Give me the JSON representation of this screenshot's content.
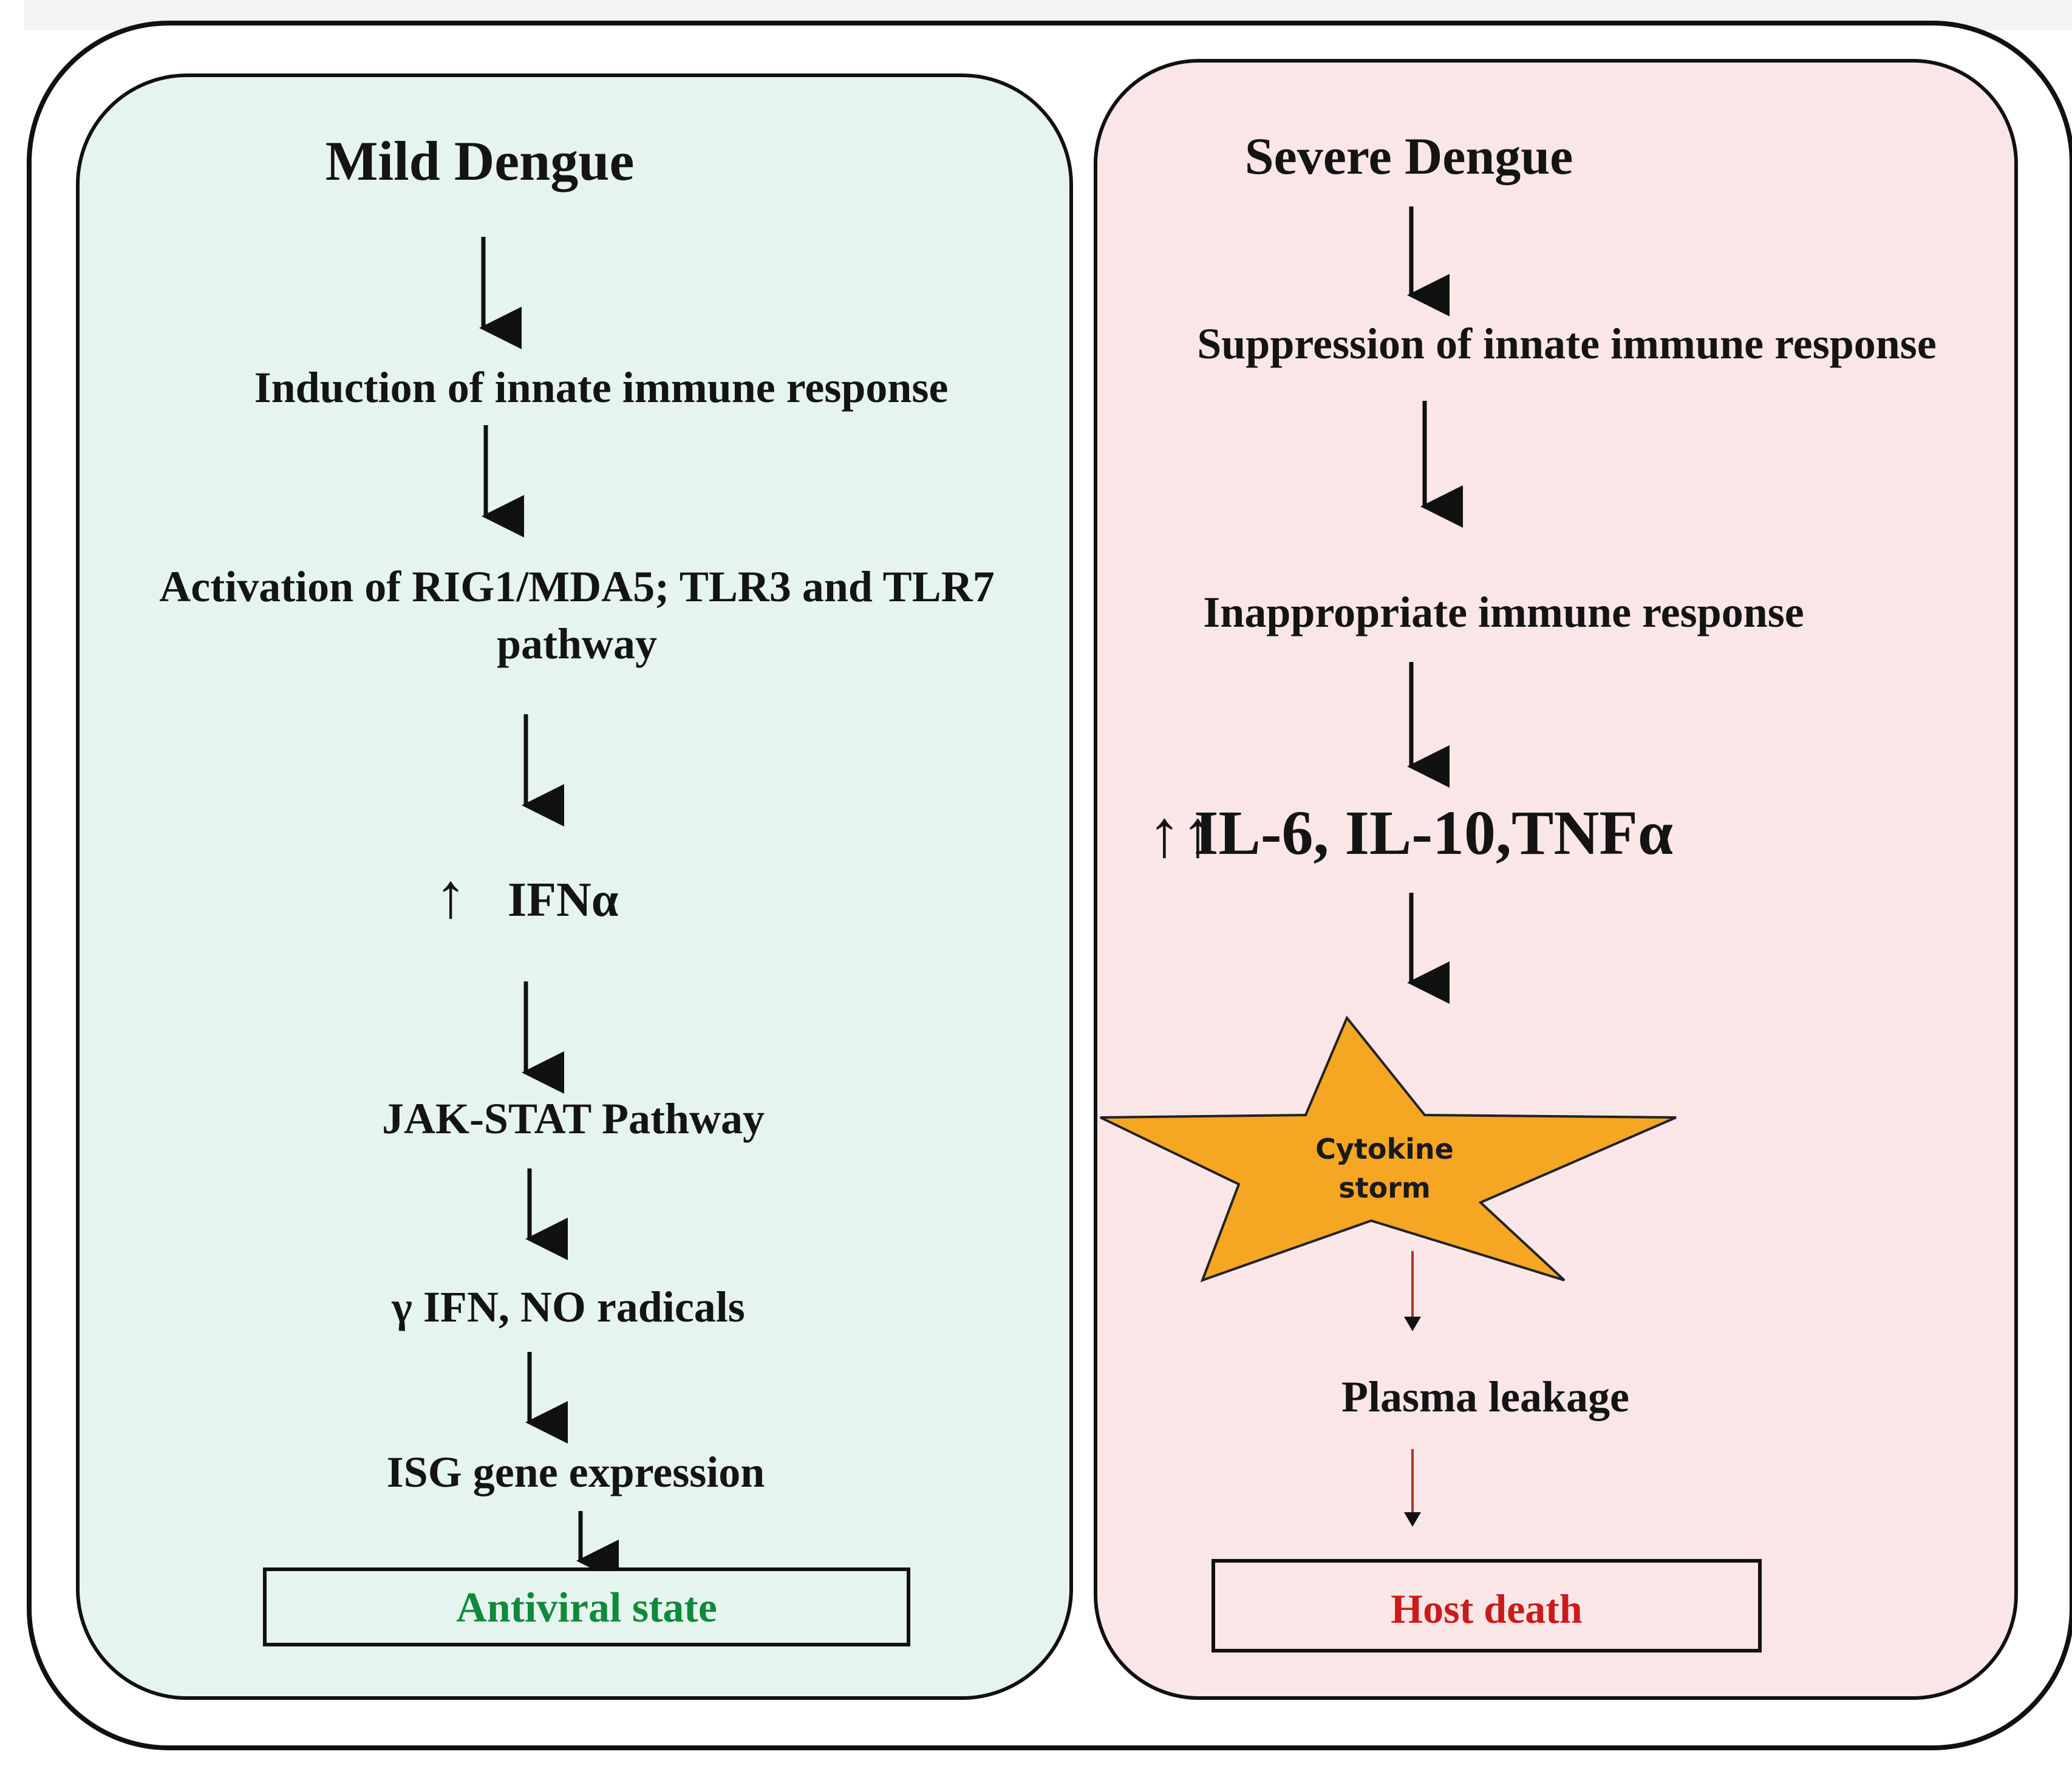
{
  "mild": {
    "title": "Mild Dengue",
    "panel_color": "#e6f4ef",
    "steps": {
      "induction": "Induction of innate immune response",
      "activation_line1": "Activation of RIG1/MDA5; TLR3 and TLR7",
      "activation_line2": "pathway",
      "ifn_arrow": "↑",
      "ifn": "IFNα",
      "jak_stat": "JAK-STAT Pathway",
      "gamma_ifn": "γ IFN, NO radicals",
      "isg": "ISG gene expression"
    },
    "outcome": "Antiviral state",
    "outcome_color": "#0e8a3a"
  },
  "severe": {
    "title": "Severe Dengue",
    "panel_color": "#fae6e6",
    "steps": {
      "suppression": "Suppression of innate immune response",
      "inappropriate": "Inappropriate immune response",
      "cytokines_arrows": "↑↑",
      "cytokines": "IL-6, IL-10,TNFα",
      "storm_line1": "Cytokine",
      "storm_line2": "storm",
      "plasma": "Plasma leakage"
    },
    "outcome": "Host death",
    "outcome_color": "#cc1a1a",
    "star_color": "#f5a623"
  }
}
